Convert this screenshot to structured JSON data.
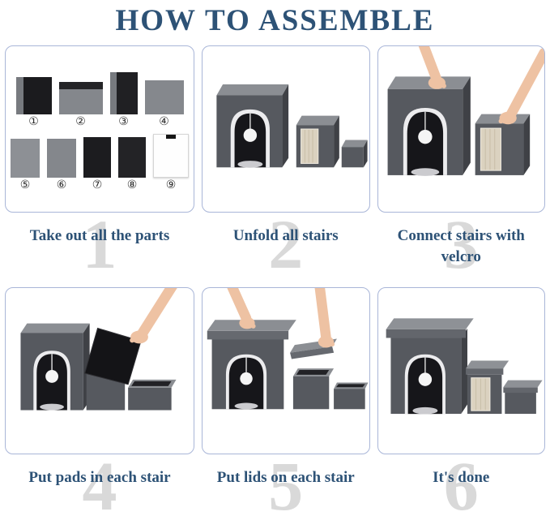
{
  "title": "HOW TO ASSEMBLE",
  "colors": {
    "accent": "#2d5276",
    "panel_border": "#a9b6d8",
    "step_number": "#d9d9d9",
    "box_fabric": "#56595f",
    "scratch_pad": "#dbd2c0"
  },
  "parts": {
    "row1": [
      "①",
      "②",
      "③",
      "④"
    ],
    "row2": [
      "⑤",
      "⑥",
      "⑦",
      "⑧",
      "⑨"
    ]
  },
  "steps": [
    {
      "number": "1",
      "caption": "Take out all the parts",
      "illustration": "parts-laid-out"
    },
    {
      "number": "2",
      "caption": "Unfold all stairs",
      "illustration": "three-unfolded-stairs"
    },
    {
      "number": "3",
      "caption": "Connect stairs with velcro",
      "illustration": "hands-connecting-stairs"
    },
    {
      "number": "4",
      "caption": "Put pads in each stair",
      "illustration": "hand-inserting-pad"
    },
    {
      "number": "5",
      "caption": "Put lids on each stair",
      "illustration": "hands-placing-lids"
    },
    {
      "number": "6",
      "caption": "It's done",
      "illustration": "finished-pet-stairs"
    }
  ]
}
